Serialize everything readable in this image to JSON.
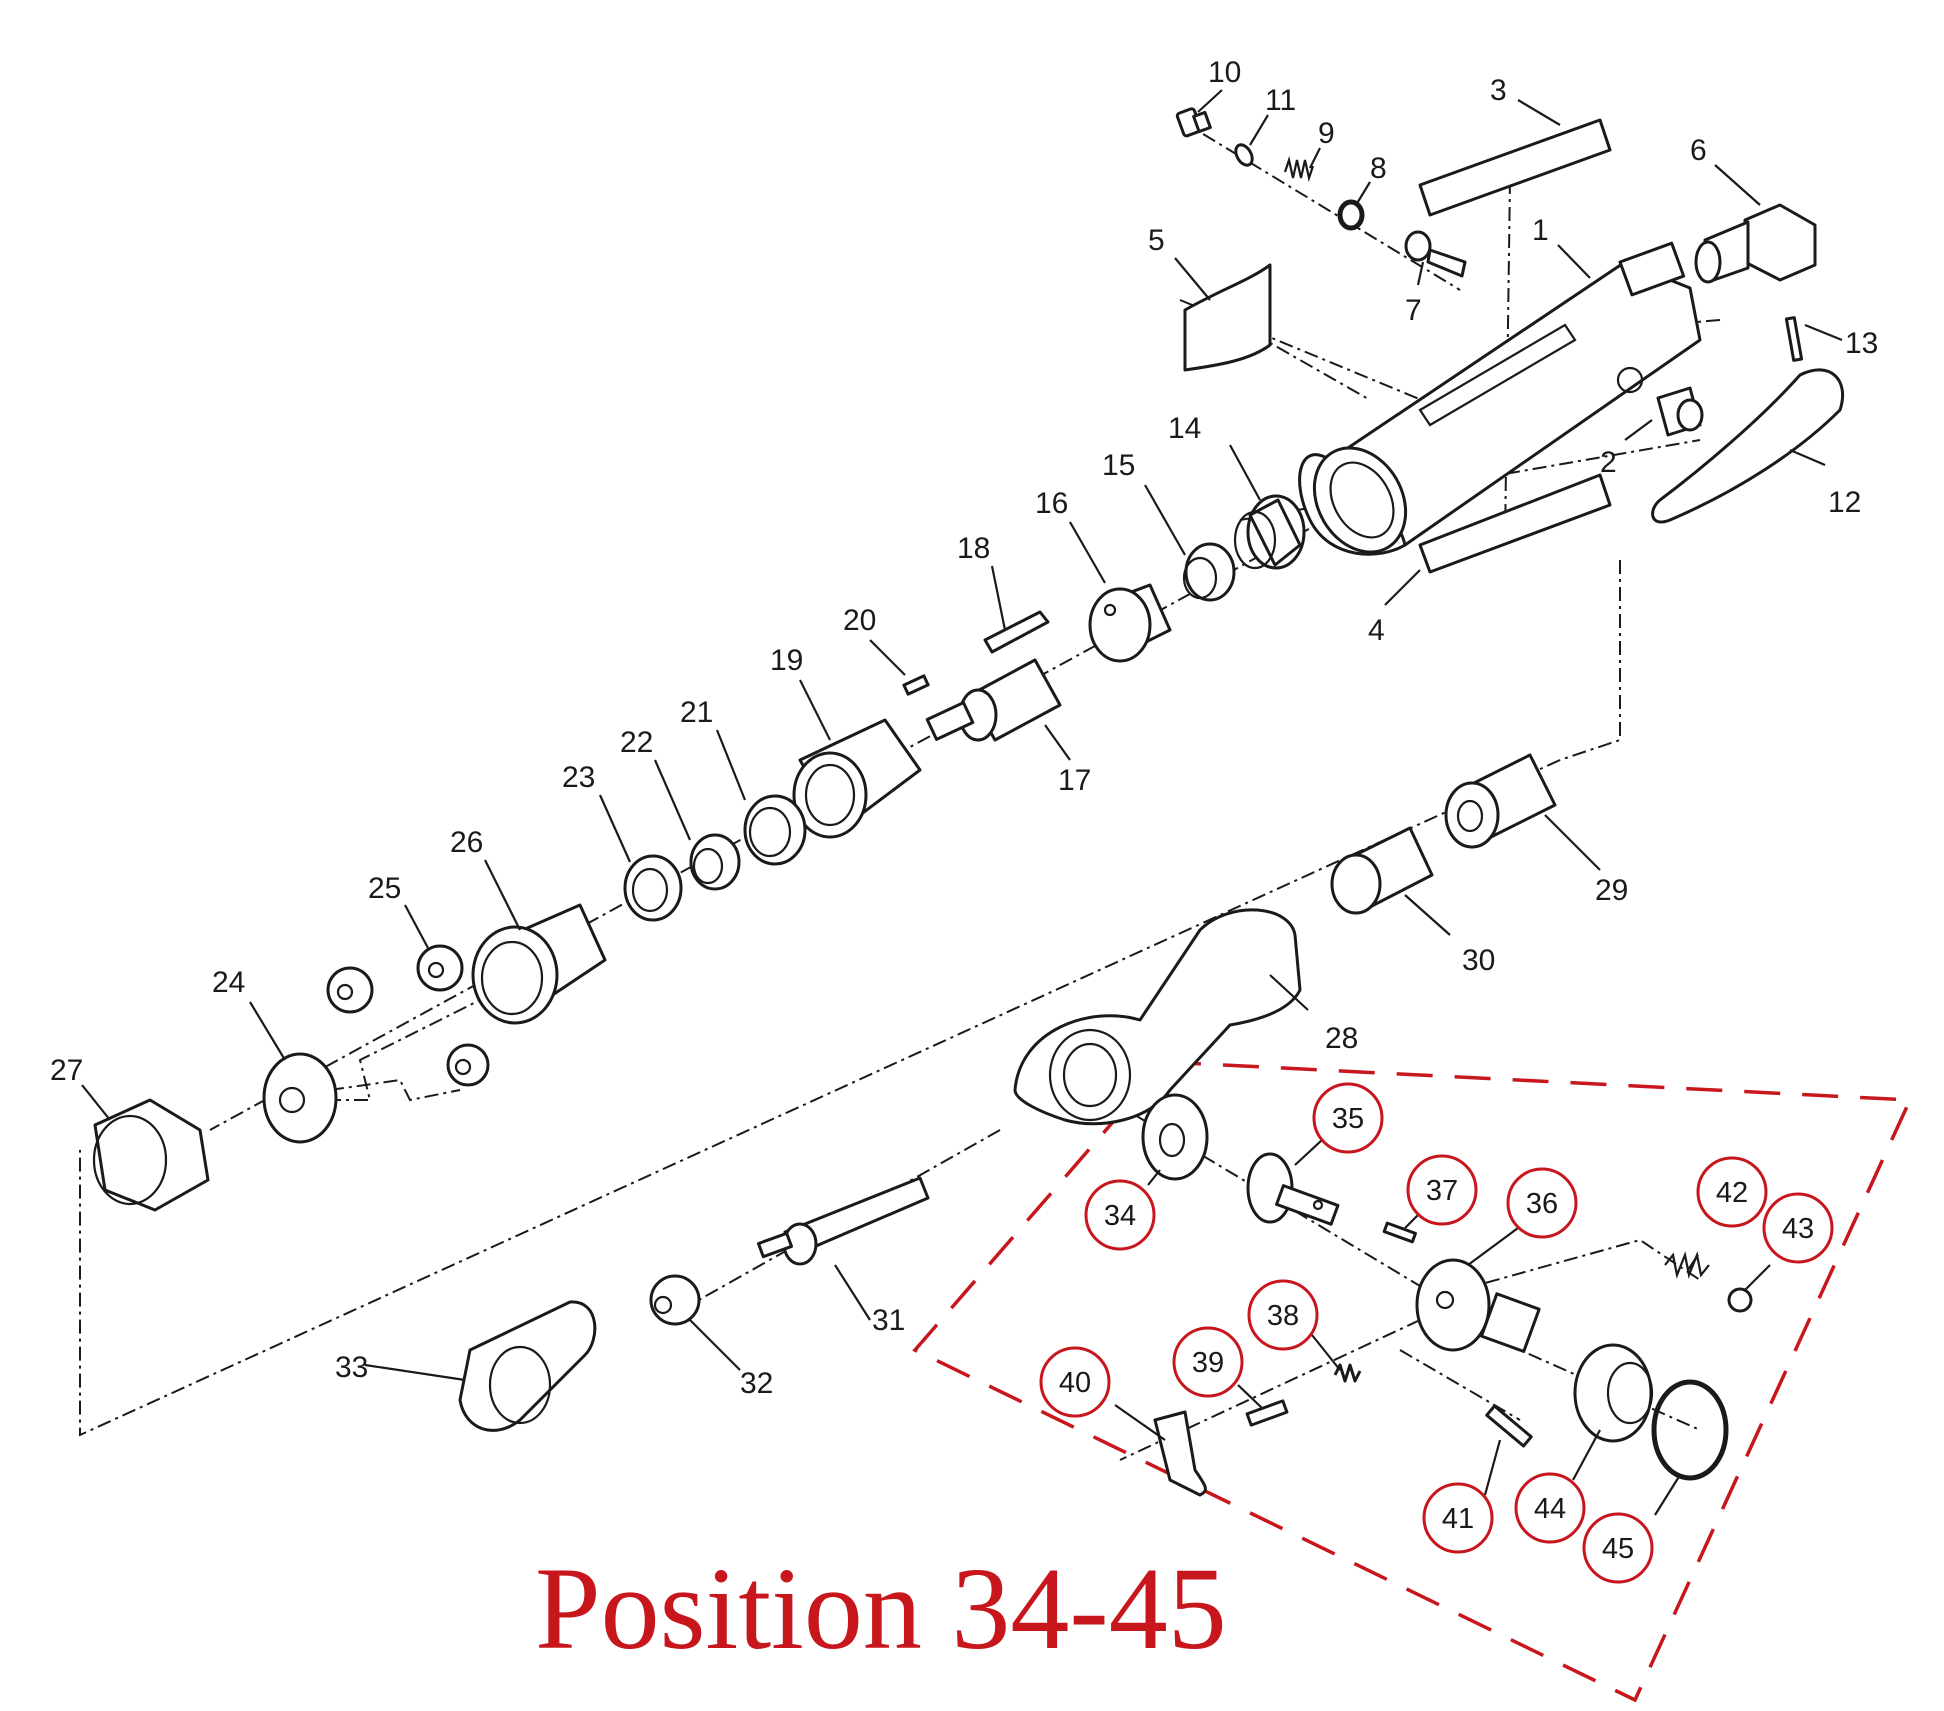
{
  "colors": {
    "accent_red": "#c8161d",
    "ink": "#1a1a1a",
    "background": "#ffffff"
  },
  "title": "Position 34-45",
  "labels": {
    "p1": "1",
    "p2": "2",
    "p3": "3",
    "p4": "4",
    "p5": "5",
    "p6": "6",
    "p7": "7",
    "p8": "8",
    "p9": "9",
    "p10": "10",
    "p11": "11",
    "p12": "12",
    "p13": "13",
    "p14": "14",
    "p15": "15",
    "p16": "16",
    "p17": "17",
    "p18": "18",
    "p19": "19",
    "p20": "20",
    "p21": "21",
    "p22": "22",
    "p23": "23",
    "p24": "24",
    "p25": "25",
    "p26": "26",
    "p27": "27",
    "p28": "28",
    "p29": "29",
    "p30": "30",
    "p31": "31",
    "p32": "32",
    "p33": "33"
  },
  "circled_labels": {
    "c34": "34",
    "c35": "35",
    "c36": "36",
    "c37": "37",
    "c38": "38",
    "c39": "39",
    "c40": "40",
    "c41": "41",
    "c42": "42",
    "c43": "43",
    "c44": "44",
    "c45": "45"
  }
}
